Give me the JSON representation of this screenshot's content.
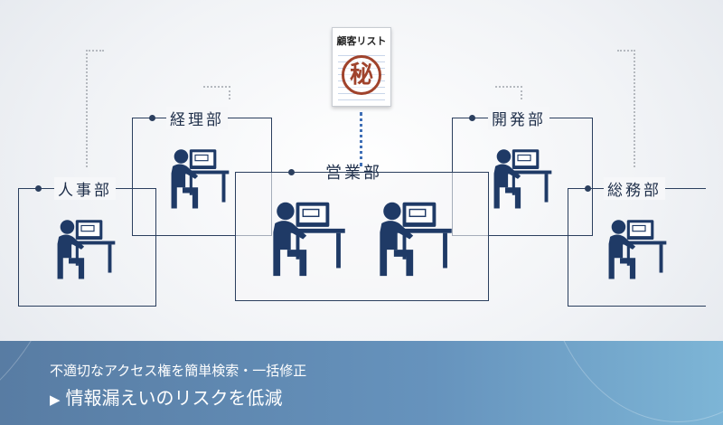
{
  "document": {
    "title": "顧客リスト",
    "seal": "秘"
  },
  "departments": {
    "jinji": "人事部",
    "keiri": "経理部",
    "eigyo": "営業部",
    "kaihatsu": "開発部",
    "somu": "総務部"
  },
  "banner": {
    "line1": "不適切なアクセス権を簡単検索・一括修正",
    "arrow": "▶",
    "line2": "情報漏えいのリスクを低減"
  },
  "colors": {
    "line": "#2b3f5e",
    "worker": "#1f3a66",
    "seal": "#a0432c",
    "banner": "#6693bd"
  }
}
